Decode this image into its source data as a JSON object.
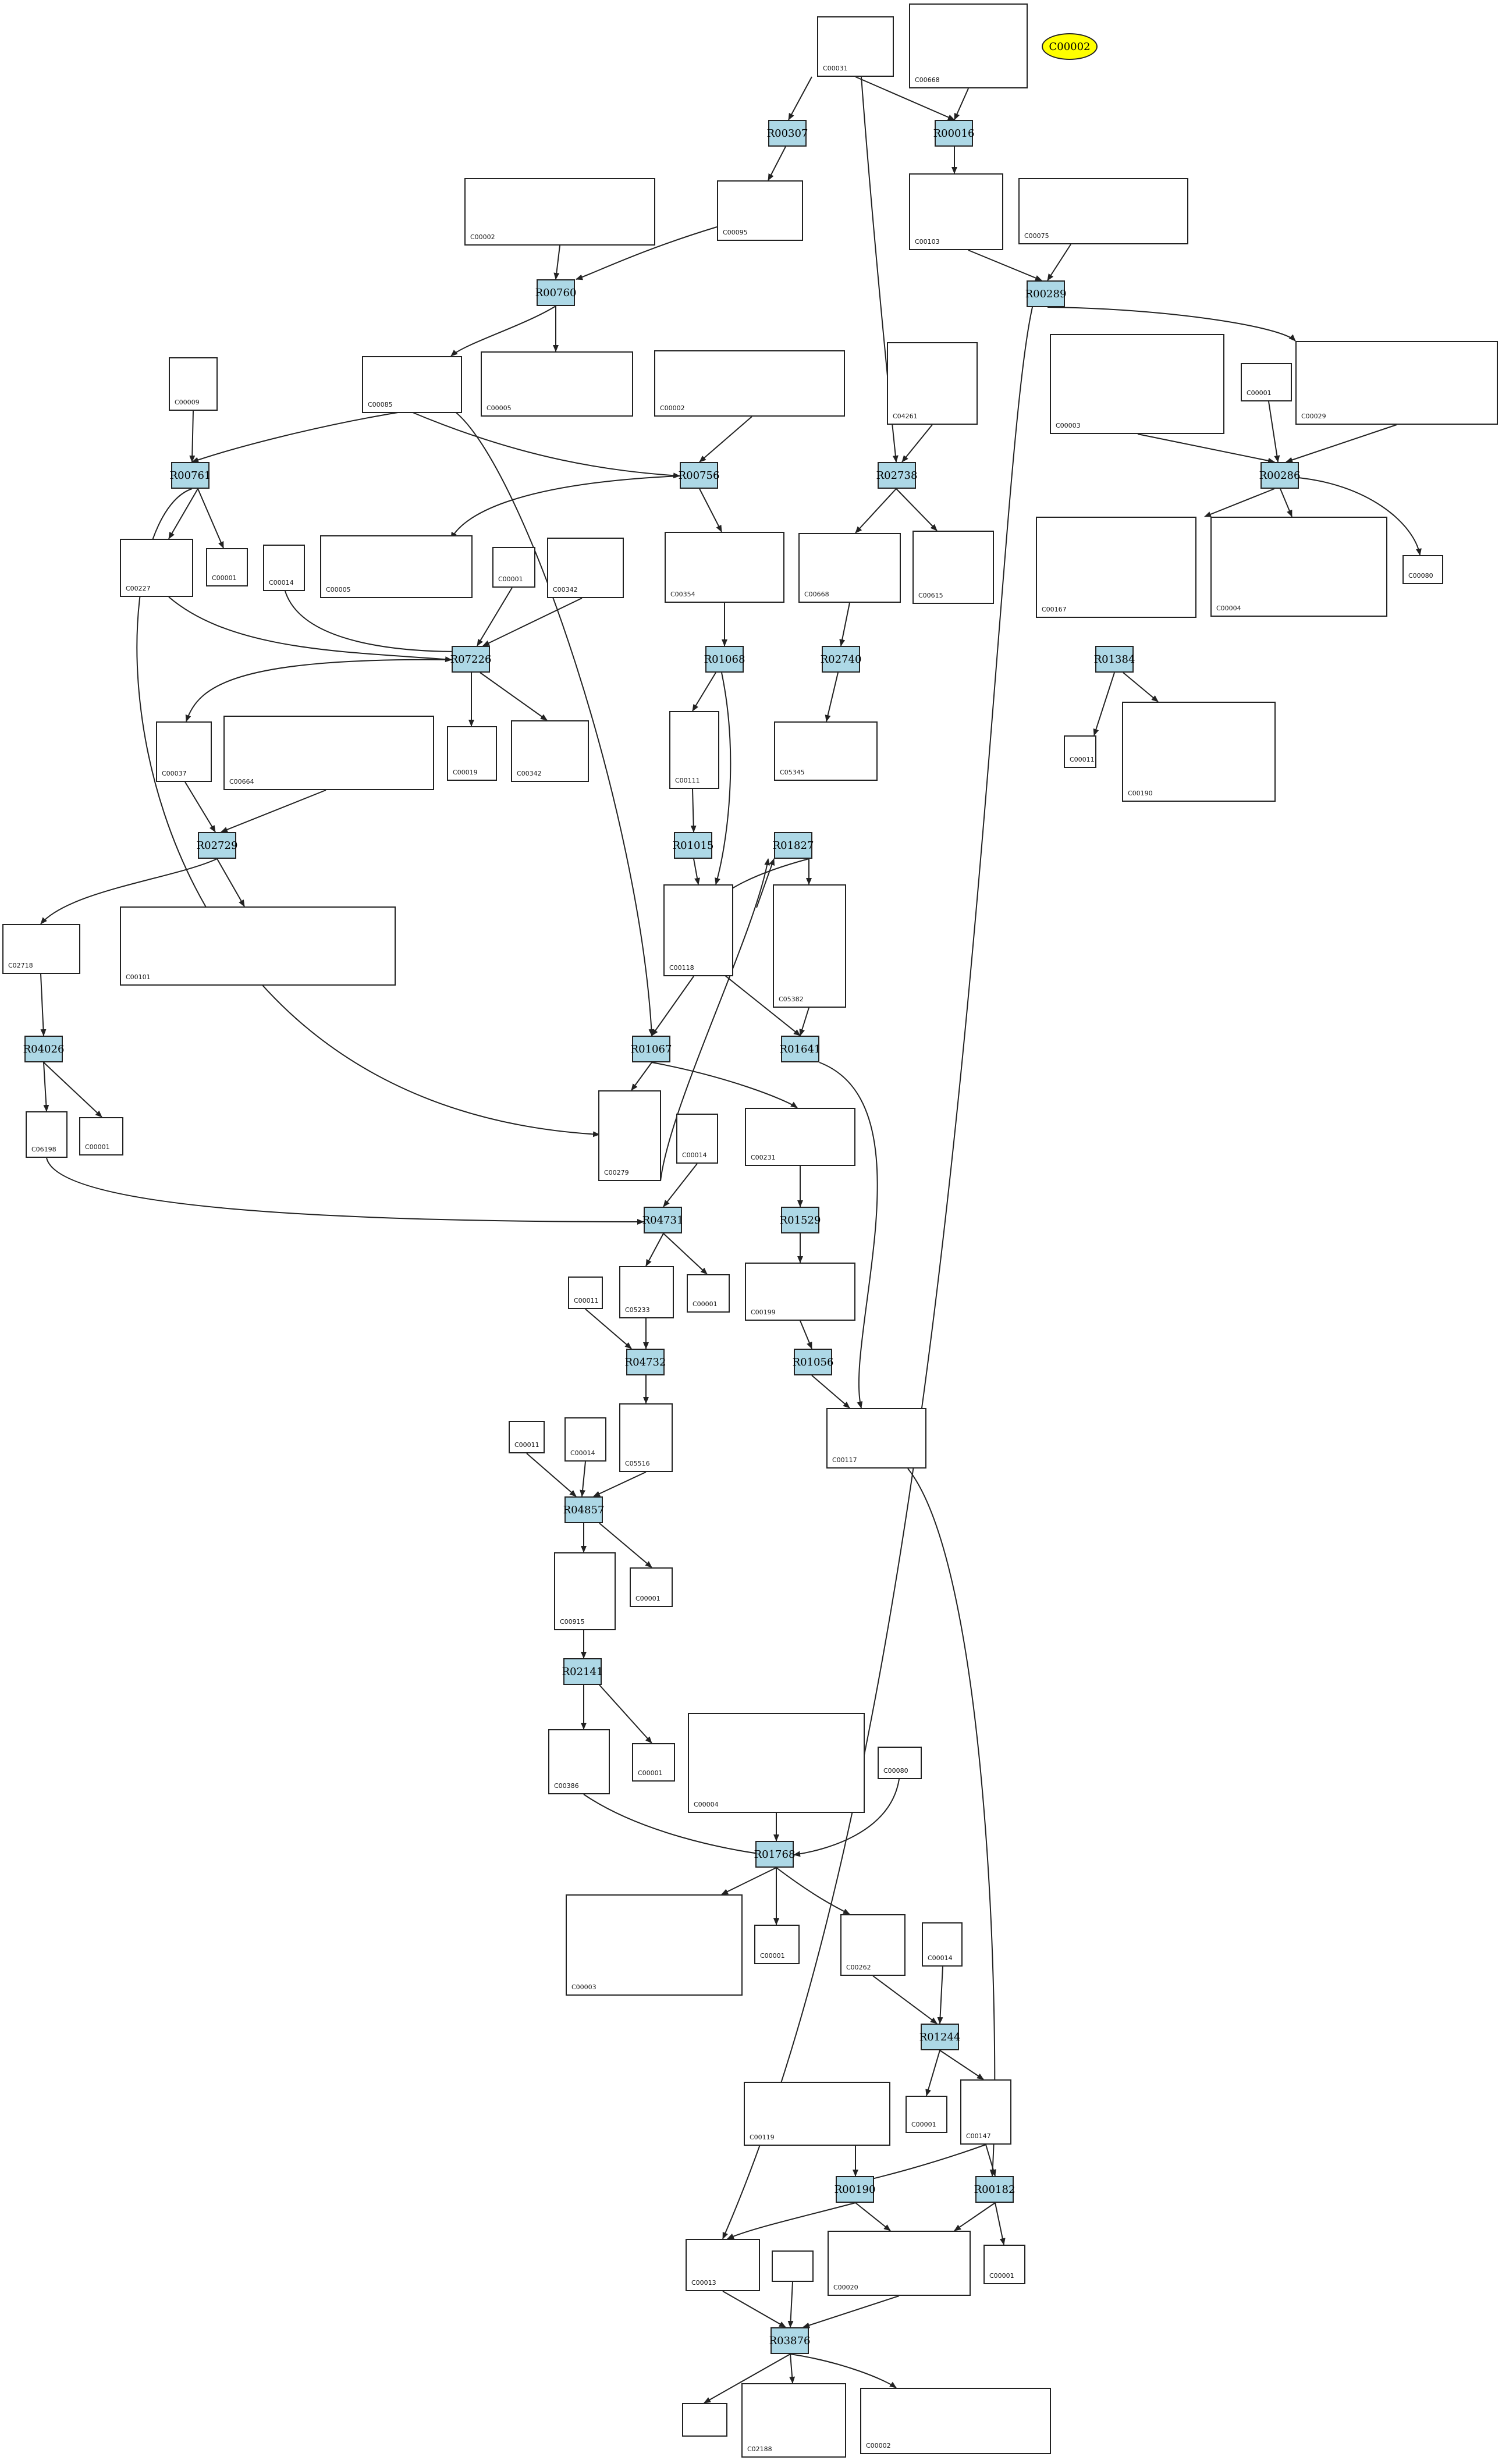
{
  "highlighted_compound": "C00002",
  "compounds": {
    "c00031": "C00031",
    "c00668": "C00668",
    "c00002_top": "C00002",
    "c00095": "C00095",
    "c00103": "C00103",
    "c00075": "C00075",
    "c00009": "C00009",
    "c00085": "C00085",
    "c00005": "C00005",
    "c00002_2": "C00002",
    "c04261": "C04261",
    "c00003_top": "C00003",
    "c00001_top": "C00001",
    "c00029": "C00029",
    "c00227": "C00227",
    "c00001_a": "C00001",
    "c00005_2": "C00005",
    "c00014_a": "C00014",
    "c00001_b": "C00001",
    "c00342": "C00342",
    "c00354": "C00354",
    "c00668_2": "C00668",
    "c00615": "C00615",
    "c00167": "C00167",
    "c00004": "C00004",
    "c00080_top": "C00080",
    "c00037": "C00037",
    "c00664": "C00664",
    "c00019": "C00019",
    "c00342_2": "C00342",
    "c00111": "C00111",
    "c05345": "C05345",
    "c00011_a": "C00011",
    "c00190": "C00190",
    "c00101": "C00101",
    "c02718": "C02718",
    "c00118": "C00118",
    "c05382": "C05382",
    "c06198": "C06198",
    "c00001_c": "C00001",
    "c00279": "C00279",
    "c00014_b": "C00014",
    "c00231": "C00231",
    "c05233": "C05233",
    "c00001_d": "C00001",
    "c00011_b": "C00011",
    "c00199": "C00199",
    "c00011_c": "C00011",
    "c00014_c": "C00014",
    "c05516": "C05516",
    "c00117": "C00117",
    "c00915": "C00915",
    "c00001_e": "C00001",
    "c00386": "C00386",
    "c00001_f": "C00001",
    "c00004_2": "C00004",
    "c00080_2": "C00080",
    "c00003_2": "C00003",
    "c00001_g": "C00001",
    "c00262": "C00262",
    "c00014_d": "C00014",
    "c00001_h": "C00001",
    "c00147": "C00147",
    "c00119": "C00119",
    "c00013": "C00013",
    "c00020": "C00020",
    "c00001_i": "C00001",
    "c02188": "C02188",
    "c00002_bot": "C00002"
  },
  "reactions": {
    "r00307": "R00307",
    "r00016": "R00016",
    "r00760": "R00760",
    "r00289": "R00289",
    "r00761": "R00761",
    "r00756": "R00756",
    "r02738": "R02738",
    "r00286": "R00286",
    "r07226": "R07226",
    "r01068": "R01068",
    "r02740": "R02740",
    "r01384": "R01384",
    "r02729": "R02729",
    "r01015": "R01015",
    "r01827": "R01827",
    "r04026": "R04026",
    "r01067": "R01067",
    "r01641": "R01641",
    "r04731": "R04731",
    "r01529": "R01529",
    "r04732": "R04732",
    "r01056": "R01056",
    "r04857": "R04857",
    "r02141": "R02141",
    "r01768": "R01768",
    "r01244": "R01244",
    "r00190": "R00190",
    "r00182": "R00182",
    "r03876": "R03876"
  }
}
